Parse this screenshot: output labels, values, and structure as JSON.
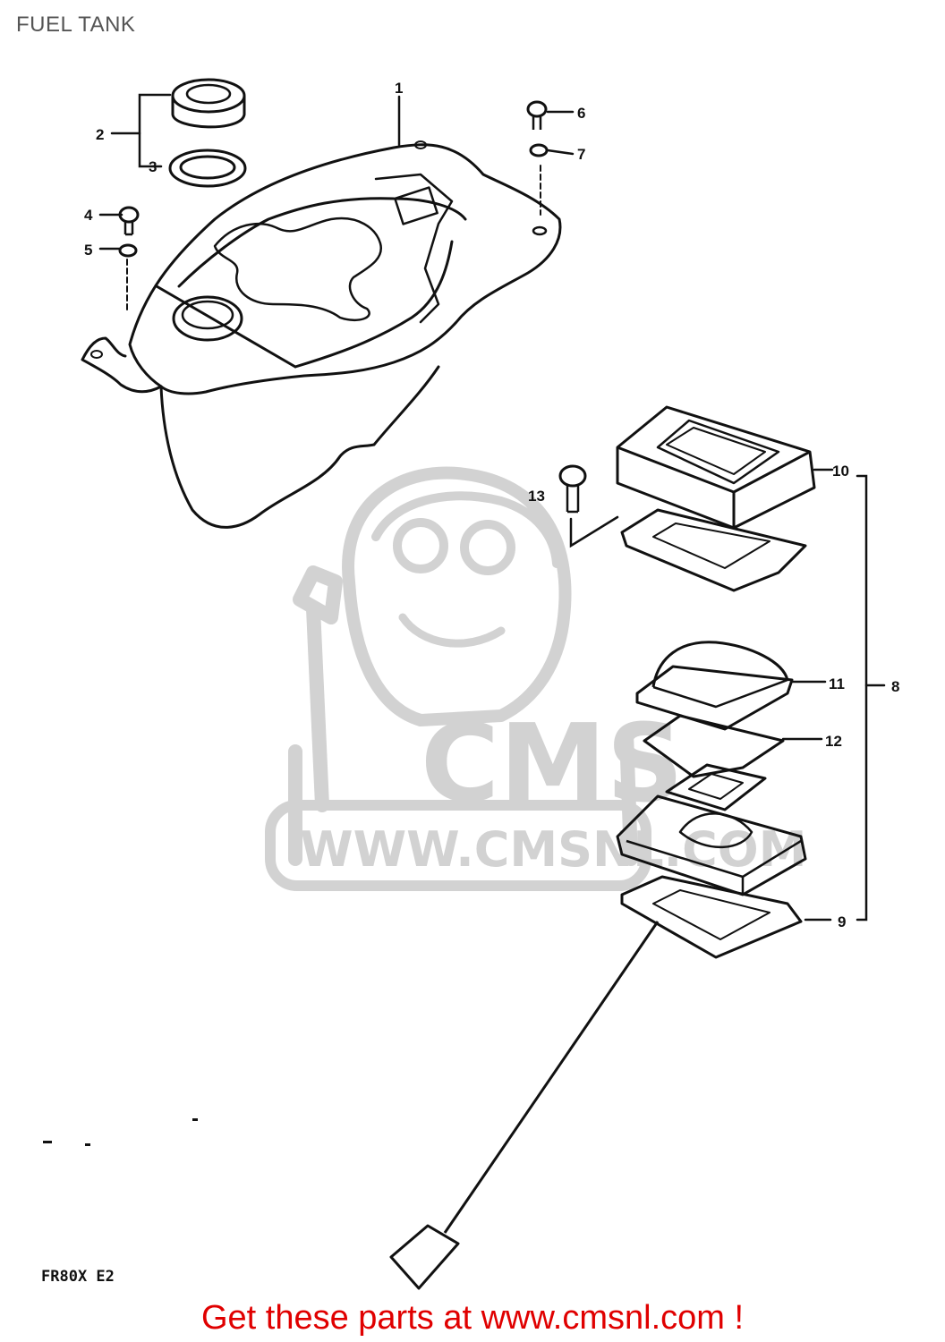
{
  "title": "FUEL TANK",
  "part_labels": {
    "p1": "1",
    "p2": "2",
    "p3": "3",
    "p4": "4",
    "p5": "5",
    "p6": "6",
    "p7": "7",
    "p8": "8",
    "p9": "9",
    "p10": "10",
    "p11": "11",
    "p12": "12",
    "p13": "13"
  },
  "model_code": "FR80X E2",
  "watermark": {
    "logo_text": "CMS",
    "url_text": "WWW.CMSNL.COM"
  },
  "footer": {
    "text": "Get these parts at www.cmsnl.com !",
    "color": "#e00000"
  },
  "colors": {
    "line": "#111111",
    "watermark": "#cfcfcf",
    "title": "#555555"
  }
}
